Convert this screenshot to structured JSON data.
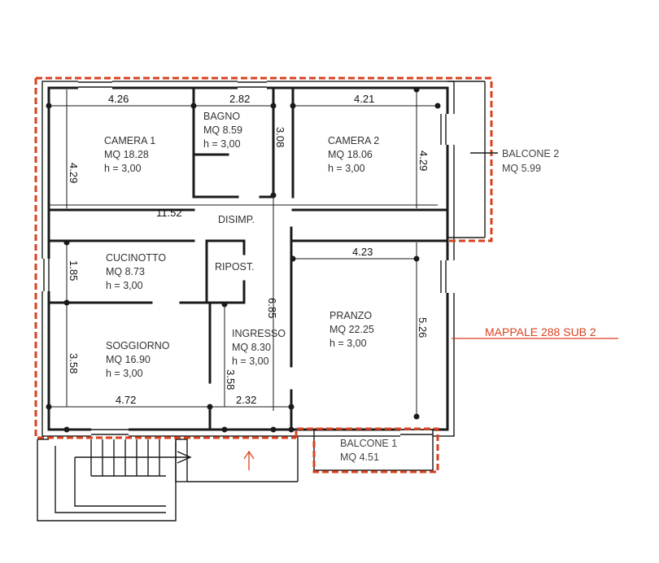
{
  "rooms": {
    "camera1": {
      "name": "CAMERA 1",
      "area": "MQ 18.28",
      "height": "h = 3,00"
    },
    "bagno": {
      "name": "BAGNO",
      "area": "MQ 8.59",
      "height": "h = 3,00"
    },
    "camera2": {
      "name": "CAMERA 2",
      "area": "MQ 18.06",
      "height": "h = 3,00"
    },
    "disimp": {
      "name": "DISIMP."
    },
    "cucinotto": {
      "name": "CUCINOTTO",
      "area": "MQ 8.73",
      "height": "h = 3,00"
    },
    "ripost": {
      "name": "RIPOST."
    },
    "soggiorno": {
      "name": "SOGGIORNO",
      "area": "MQ 16.90",
      "height": "h = 3,00"
    },
    "ingresso": {
      "name": "INGRESSO",
      "area": "MQ 8.30",
      "height": "h = 3,00"
    },
    "pranzo": {
      "name": "PRANZO",
      "area": "MQ 22.25",
      "height": "h = 3,00"
    },
    "balcone1": {
      "name": "BALCONE 1",
      "area": "MQ 4.51"
    },
    "balcone2": {
      "name": "BALCONE 2",
      "area": "MQ 5.99"
    }
  },
  "dimensions": {
    "camera1_width": "4.26",
    "bagno_width": "2.82",
    "camera2_width": "4.21",
    "camera1_height": "4.29",
    "bagno_height": "3.08",
    "camera2_height": "4.29",
    "total_width": "11.52",
    "pranzo_width": "4.23",
    "cucinotto_height": "1.85",
    "ingresso_depth": "6.85",
    "pranzo_height": "5.26",
    "soggiorno_height": "3.58",
    "ingresso_height": "3.58",
    "soggiorno_width": "4.72",
    "ingresso_width": "2.32"
  },
  "labels": {
    "mappale": "MAPPALE 288 SUB 2"
  },
  "colors": {
    "boundary": "#d9411e",
    "walls": "#1a1a1a"
  },
  "icons": {
    "entrance": "up-arrow"
  }
}
